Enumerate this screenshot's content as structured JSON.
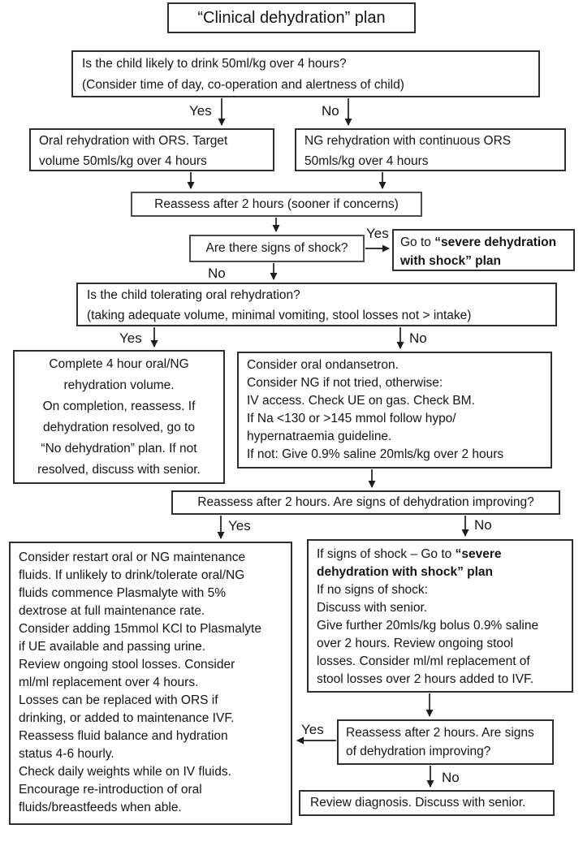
{
  "title": "“Clinical dehydration” plan",
  "labels": {
    "yes": "Yes",
    "no": "No"
  },
  "colors": {
    "background": "#ffffff",
    "ink": "#141414",
    "box_border": "#2f2f2f",
    "light_border": "#4d4d4d"
  },
  "boxes": {
    "q1": {
      "lines": [
        "Is the child likely to drink 50ml/kg over 4 hours?",
        "(Consider time of day, co-operation and alertness of child)"
      ]
    },
    "oral": {
      "lines": [
        "Oral rehydration with ORS. Target",
        "volume 50mls/kg over 4 hours"
      ]
    },
    "ng": {
      "lines": [
        "NG rehydration with continuous ORS",
        "50mls/kg over 4 hours"
      ]
    },
    "reassess1": {
      "text": "Reassess after 2 hours (sooner if concerns)"
    },
    "shock_q": {
      "text": "Are there signs of shock?"
    },
    "severe": {
      "prefix": "Go to ",
      "bold": "“severe dehydration with shock” plan"
    },
    "tolerating": {
      "lines": [
        "Is the child tolerating oral rehydration?",
        "(taking adequate volume, minimal vomiting, stool losses not > intake)"
      ]
    },
    "complete": {
      "lines": [
        "Complete 4 hour oral/NG",
        "rehydration volume.",
        "On completion, reassess. If",
        "dehydration resolved, go to",
        "“No dehydration” plan. If not",
        "resolved, discuss with senior."
      ]
    },
    "consider": {
      "lines": [
        "Consider oral ondansetron.",
        "Consider NG if not tried, otherwise:",
        "IV access. Check UE on gas. Check BM.",
        "If Na <130 or >145 mmol follow hypo/",
        "hypernatraemia guideline.",
        "If not: Give 0.9% saline 20mls/kg over 2 hours"
      ]
    },
    "reassess2": {
      "text": "Reassess after 2 hours. Are signs of dehydration improving?"
    },
    "maintenance": {
      "lines": [
        "Consider restart oral or NG maintenance",
        "fluids. If unlikely to drink/tolerate oral/NG",
        "fluids commence Plasmalyte with 5%",
        "dextrose at full maintenance rate.",
        "Consider adding 15mmol KCl to Plasmalyte",
        "if UE available and passing urine.",
        "Review ongoing stool losses.  Consider",
        "ml/ml replacement over 4 hours.",
        "Losses can be replaced with ORS if",
        "drinking, or added to maintenance IVF.",
        "Reassess fluid balance and hydration",
        "status 4-6 hourly.",
        "Check daily weights while on IV fluids.",
        "Encourage re-introduction of oral",
        "fluids/breastfeeds when able."
      ]
    },
    "shock_path": {
      "prefix": "If signs of shock – Go to ",
      "bold": "“severe dehydration with shock” plan",
      "lines": [
        "If no signs of shock:",
        "Discuss with senior.",
        "Give further 20mls/kg bolus 0.9% saline",
        "over 2 hours. Review ongoing stool",
        "losses. Consider ml/ml replacement of",
        "stool losses over 2 hours added to IVF."
      ]
    },
    "reassess3": {
      "lines": [
        "Reassess after 2 hours. Are signs",
        "of dehydration improving?"
      ]
    },
    "review": {
      "text": "Review diagnosis. Discuss with senior."
    }
  }
}
